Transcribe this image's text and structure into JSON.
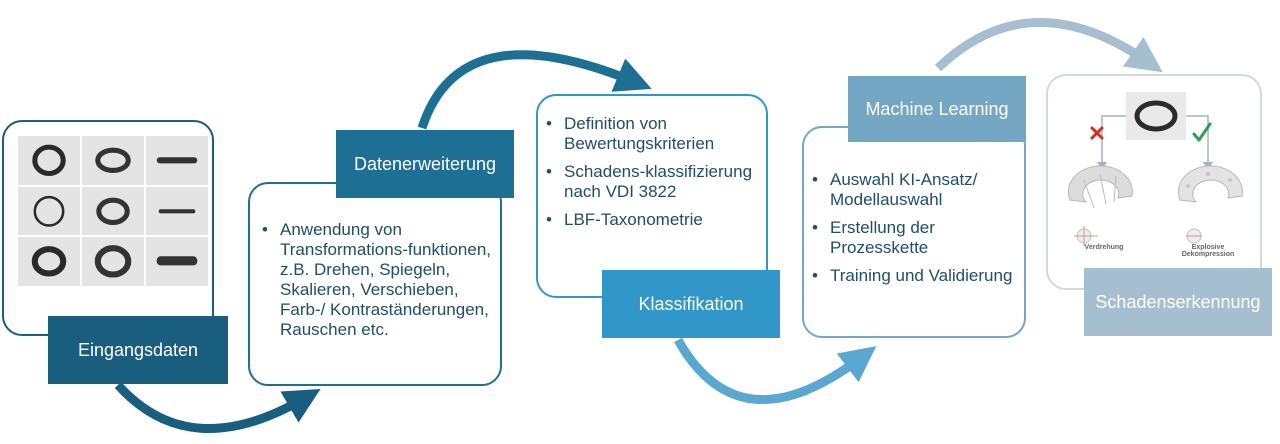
{
  "steps": {
    "eingang": {
      "label": "Eingangsdaten"
    },
    "datenerweiterung": {
      "label": "Datenerweiterung",
      "bullets": [
        "Anwendung von Transformations-funktionen, z.B. Drehen, Spiegeln, Skalieren, Verschieben, Farb-/ Kontraständerungen, Rauschen etc."
      ]
    },
    "klassifikation": {
      "label": "Klassifikation",
      "bullets": [
        "Definition von Bewertungskriterien",
        "Schadens-klassifizierung nach VDI 3822",
        "LBF-Taxonometrie"
      ]
    },
    "ml": {
      "label": "Machine Learning",
      "bullets": [
        "Auswahl KI-Ansatz/ Modellauswahl",
        "Erstellung der Prozesskette",
        "Training und Validierung"
      ]
    },
    "schaden": {
      "label": "Schadenserkennung",
      "left_caption": "Verdrehung",
      "right_caption": "Explosive Dekompression"
    }
  },
  "colors": {
    "dark_teal": "#195e7e",
    "mid_teal": "#1e6f94",
    "blue": "#3196c8",
    "steel": "#74a7c4",
    "light_steel": "#a6bfd0",
    "red_x": "#d82a20",
    "green_check": "#2aa050"
  },
  "icons": [
    "cross-icon",
    "check-icon"
  ]
}
